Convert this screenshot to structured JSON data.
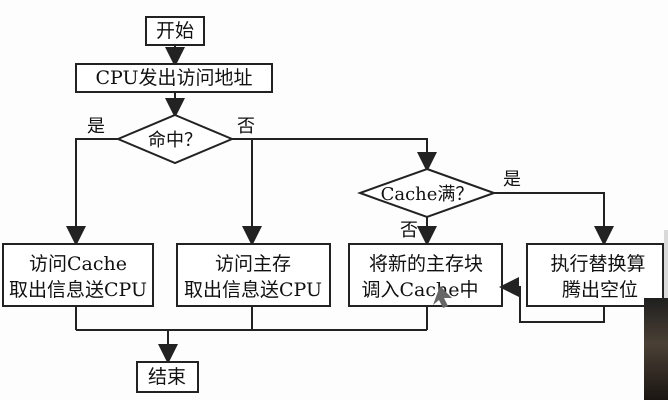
{
  "nodes": {
    "start": "开始",
    "request": "CPU发出访问地址",
    "hit_question": "命中？",
    "full_question": "Cache满？",
    "access_cache_line1": "访问Cache",
    "access_cache_line2": "取出信息送CPU",
    "access_main_line1": "访问主存",
    "access_main_line2": "取出信息送CPU",
    "load_block_line1": "将新的主存块",
    "load_block_line2": "调入Cache中",
    "replace_line1": "执行替换算",
    "replace_line2": "腾出空位",
    "end": "结束"
  },
  "edges": {
    "hit_yes": "是",
    "hit_no": "否",
    "full_yes": "是",
    "full_no": "否"
  },
  "colors": {
    "stroke": "#222222",
    "background": "#fdfdfd"
  }
}
